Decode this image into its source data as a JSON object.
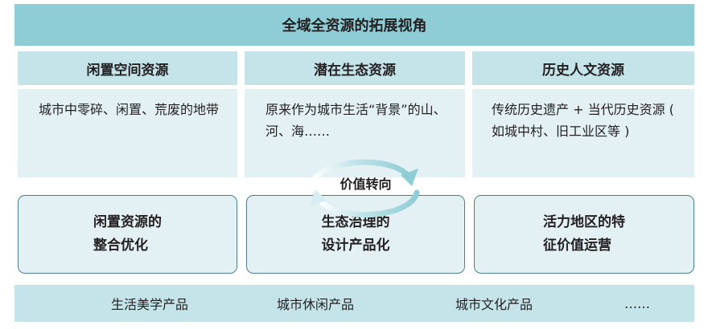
{
  "title": "全域全资源的拓展视角",
  "columns": [
    {
      "header": "闲置空间资源",
      "description": "城市中零碎、闲置、荒废的地带",
      "result": "闲置资源的\n整合优化"
    },
    {
      "header": "潜在生态资源",
      "description": "原来作为城市生活“背景”的山、河、海……",
      "result": "生态治理的\n设计产品化"
    },
    {
      "header": "历史人文资源",
      "description": "传统历史遗产 + 当代历史资源 ( 如城中村、旧工业区等 )",
      "result": "活力地区的特\n征价值运营"
    }
  ],
  "pivot": "价值转向",
  "products": [
    "生活美学产品",
    "城市休闲产品",
    "城市文化产品",
    "……"
  ],
  "colors": {
    "banner": "#8fcdd6",
    "header": "#c5e4ea",
    "panel": "#e3f1f4",
    "border": "#4a7f8b",
    "arrow": "#9fd3dc"
  }
}
